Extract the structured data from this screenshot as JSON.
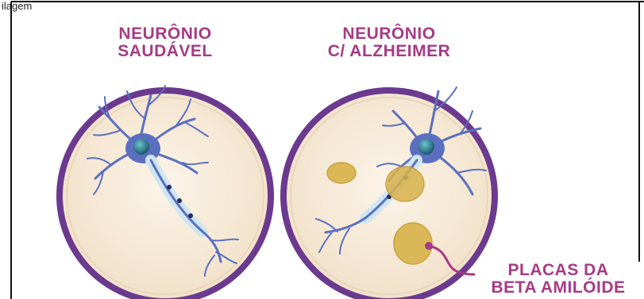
{
  "top_caption": "ilagem",
  "healthy": {
    "line1": "NEURÔNIO",
    "line2": "SAUDÁVEL"
  },
  "alzheimer": {
    "line1": "NEURÔNIO",
    "line2": "C/ ALZHEIMER"
  },
  "plaques": {
    "line1": "PLACAS DA",
    "line2": "BETA AMILÓIDE"
  },
  "colors": {
    "ring": "#6b3a8f",
    "dish": "#f7ead6",
    "neuron": "#5b6fc0",
    "nucleus": "#2f7f8c",
    "myelin": "#cfe6f2",
    "plaque": "#d8b24a",
    "label": "#a63a86"
  }
}
